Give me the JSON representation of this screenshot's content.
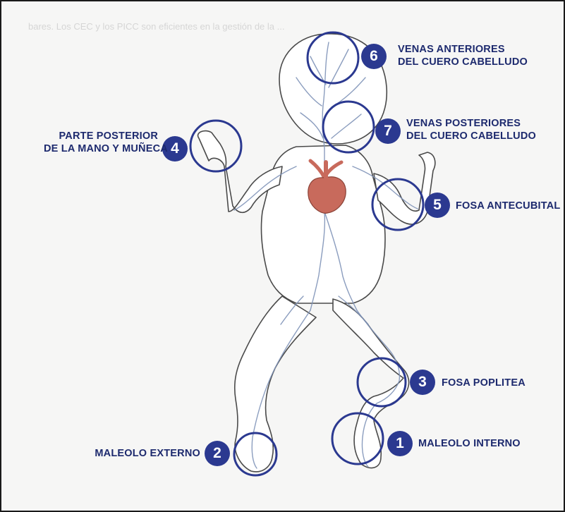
{
  "header_fragment": "bares. Los CEC y los PICC son eficientes en la gestión de la ...",
  "sites": [
    {
      "number": "1",
      "label": [
        "MALEOLO INTERNO"
      ]
    },
    {
      "number": "2",
      "label": [
        "MALEOLO EXTERNO"
      ]
    },
    {
      "number": "3",
      "label": [
        "FOSA POPLITEA"
      ]
    },
    {
      "number": "4",
      "label": [
        "PARTE POSTERIOR",
        "DE LA MANO Y MUÑECA"
      ]
    },
    {
      "number": "5",
      "label": [
        "FOSA ANTECUBITAL"
      ]
    },
    {
      "number": "6",
      "label": [
        "VENAS ANTERIORES",
        "DEL CUERO CABELLUDO"
      ]
    },
    {
      "number": "7",
      "label": [
        "VENAS POSTERIORES",
        "DEL CUERO CABELLUDO"
      ]
    }
  ],
  "colors": {
    "badge": "#2b3990",
    "label_text": "#1d2a6e",
    "circle_stroke": "#2b3990",
    "vein": "#7f93b8",
    "heart": "#c86a5c",
    "body_fill": "#ffffff",
    "body_outline": "#4a4a4a"
  }
}
